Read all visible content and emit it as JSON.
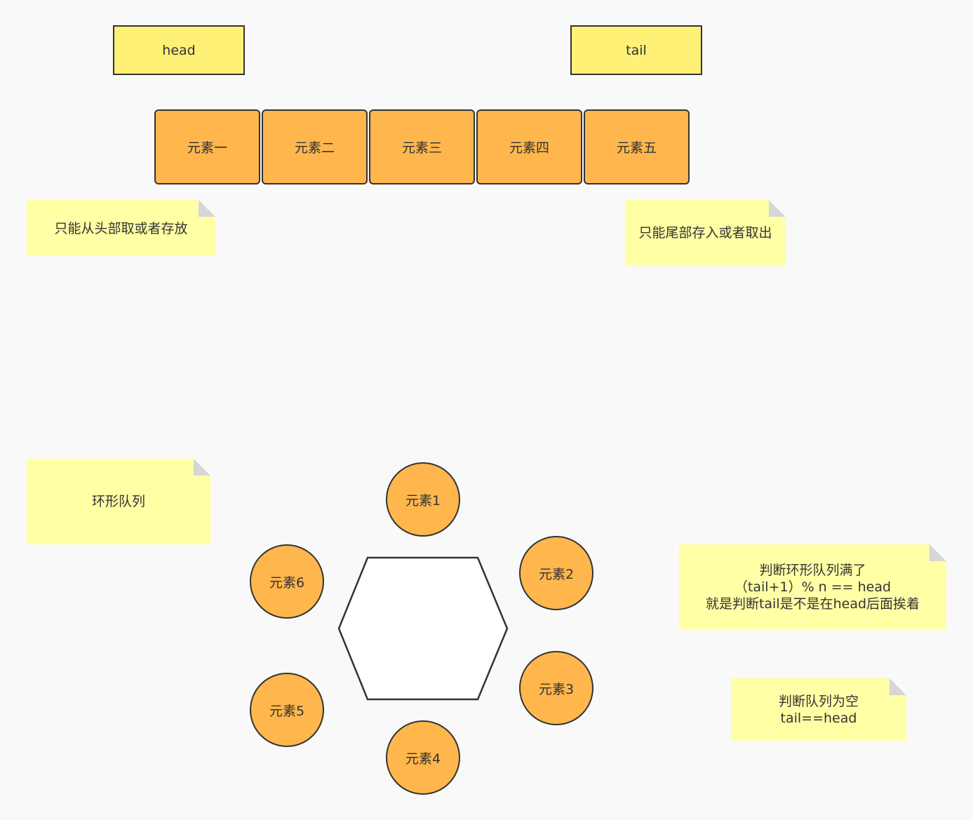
{
  "pointers": {
    "head": "head",
    "tail": "tail"
  },
  "linear_queue": {
    "cells": [
      "元素一",
      "元素二",
      "元素三",
      "元素四",
      "元素五"
    ]
  },
  "notes": {
    "head_rule": "只能从头部取或者存放",
    "tail_rule": "只能尾部存入或者取出",
    "circular_title": "环形队列",
    "full_check": {
      "line1": "判断环形队列满了",
      "line2": "（tail+1）% n == head",
      "line3": "就是判断tail是不是在head后面挨着"
    },
    "empty_check": {
      "line1": "判断队列为空",
      "line2": "tail==head"
    }
  },
  "ring": {
    "nodes": [
      "元素1",
      "元素2",
      "元素3",
      "元素4",
      "元素5",
      "元素6"
    ]
  },
  "colors": {
    "pointer_fill": "#fff176",
    "cell_fill": "#ffb74d",
    "note_fill": "#ffffa5",
    "stroke": "#333333",
    "background": "#f9f9f9"
  }
}
